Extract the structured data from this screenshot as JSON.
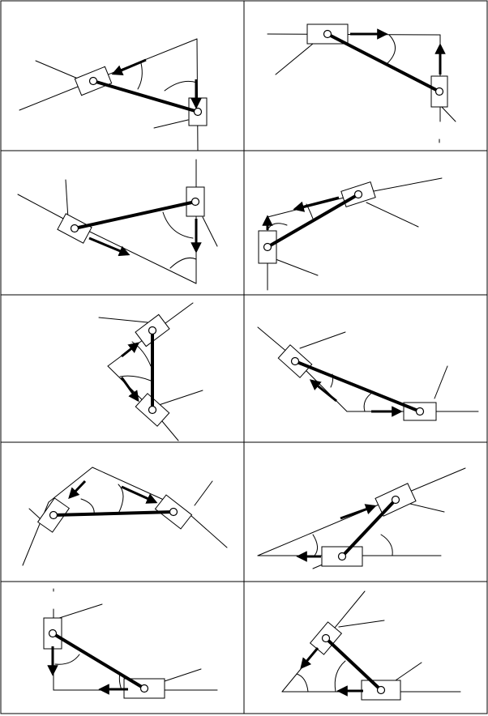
{
  "sheet": {
    "rows": 5,
    "cols": 2,
    "panels": [
      {
        "id": "panel-1",
        "subject": "slider-crank-linkage"
      },
      {
        "id": "panel-2",
        "subject": "slider-crank-linkage"
      },
      {
        "id": "panel-3",
        "subject": "slider-crank-linkage"
      },
      {
        "id": "panel-4",
        "subject": "slider-crank-linkage"
      },
      {
        "id": "panel-5",
        "subject": "slider-crank-linkage"
      },
      {
        "id": "panel-6",
        "subject": "slider-crank-linkage"
      },
      {
        "id": "panel-7",
        "subject": "slider-crank-linkage"
      },
      {
        "id": "panel-8",
        "subject": "slider-crank-linkage"
      },
      {
        "id": "panel-9",
        "subject": "slider-crank-linkage"
      },
      {
        "id": "panel-10",
        "subject": "slider-crank-linkage"
      }
    ]
  },
  "style": {
    "ink": "#000000",
    "paper": "#ffffff"
  }
}
